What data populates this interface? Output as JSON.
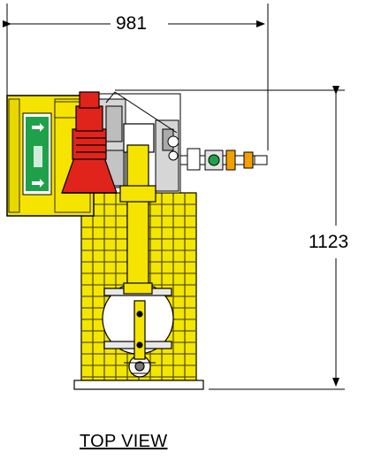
{
  "dimensions": {
    "width_label": "981",
    "height_label": "1123"
  },
  "view_title": "TOP VIEW",
  "colors": {
    "frame_yellow": "#f5e400",
    "grating": "#c8b800",
    "red": "#e0241b",
    "green_panel": "#1fa14a",
    "grey": "#b8b8b8",
    "outline": "#000000"
  },
  "icons": {
    "exit_sign_top": "exit-arrow-icon",
    "exit_sign_bottom": "exit-arrow-icon"
  }
}
